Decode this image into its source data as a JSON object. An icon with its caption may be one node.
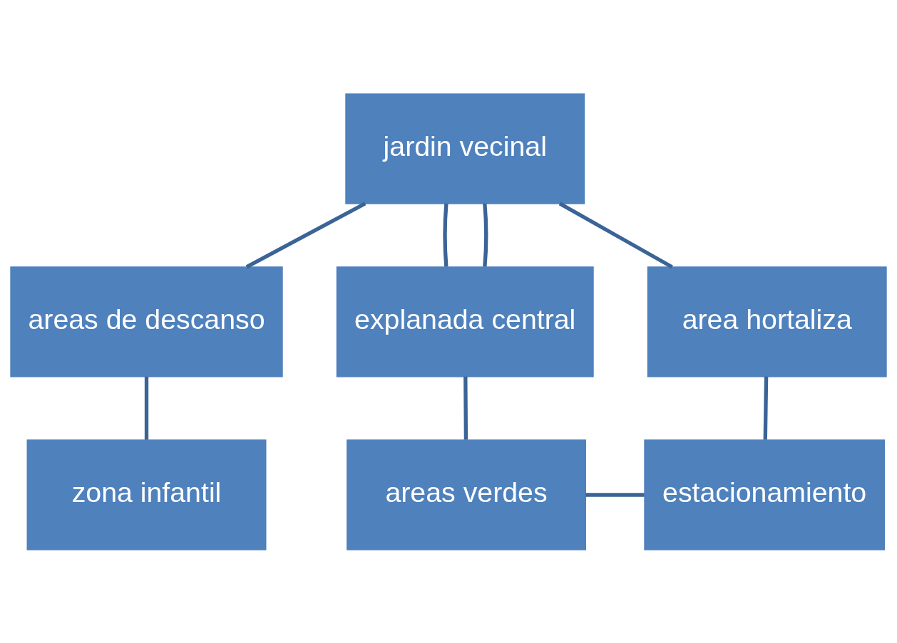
{
  "diagram": {
    "nodes": [
      {
        "text": [
          "jardin vecinal"
        ]
      },
      {
        "text": [
          "areas de descanso"
        ]
      },
      {
        "text": [
          "explanada central"
        ]
      },
      {
        "text": [
          "area hortaliza"
        ]
      },
      {
        "text": [
          "zona infantil"
        ]
      },
      {
        "text": [
          "areas verdes"
        ]
      },
      {
        "text": [
          "estacionamiento"
        ]
      }
    ],
    "edges": [
      {
        "from": 0,
        "to": 1,
        "arrow": "none"
      },
      {
        "from": 0,
        "to": 2,
        "arrow": "none"
      },
      {
        "from": 0,
        "to": 2,
        "arrow": "none"
      },
      {
        "from": 0,
        "to": 3,
        "arrow": "none"
      },
      {
        "from": 1,
        "to": 4,
        "arrow": "none"
      },
      {
        "from": 2,
        "to": 5,
        "arrow": "none"
      },
      {
        "from": 5,
        "to": 6,
        "arrow": "none"
      },
      {
        "from": 3,
        "to": 6,
        "arrow": "none"
      }
    ]
  }
}
